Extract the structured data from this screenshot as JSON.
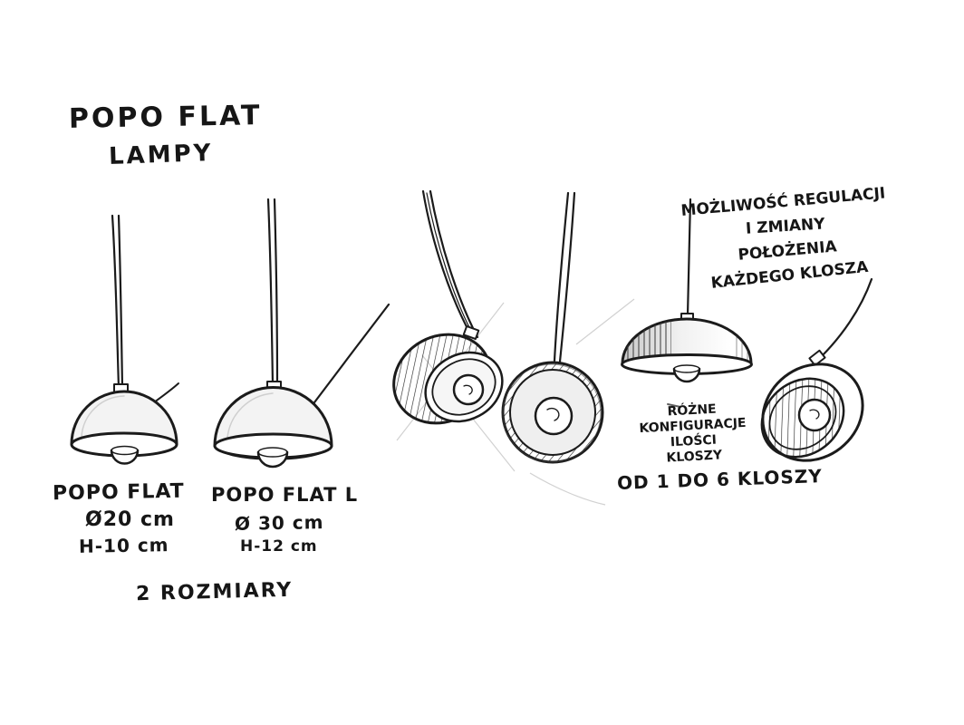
{
  "page": {
    "background": "#ffffff",
    "ink": "#1b1b1b"
  },
  "title": {
    "line1": "POPO FLAT",
    "line2": "LAMPY"
  },
  "lamps": {
    "small": {
      "name": "POPO FLAT",
      "diameter": "Ø20 cm",
      "height": "H-10 cm"
    },
    "large": {
      "name": "POPO FLAT L",
      "diameter": "Ø 30 cm",
      "height": "H-12 cm"
    }
  },
  "notes": {
    "sizes": "2 ROZMIARY",
    "adjustability": [
      "MOŻLIWOŚĆ REGULACJI",
      "I ZMIANY",
      "POŁOŻENIA",
      "KAŻDEGO KLOSZA"
    ],
    "configurations": [
      "RÓŻNE",
      "KONFIGURACJE",
      "ILOŚCI",
      "KLOSZY"
    ],
    "count_range": "OD 1 DO 6 KLOSZY"
  }
}
